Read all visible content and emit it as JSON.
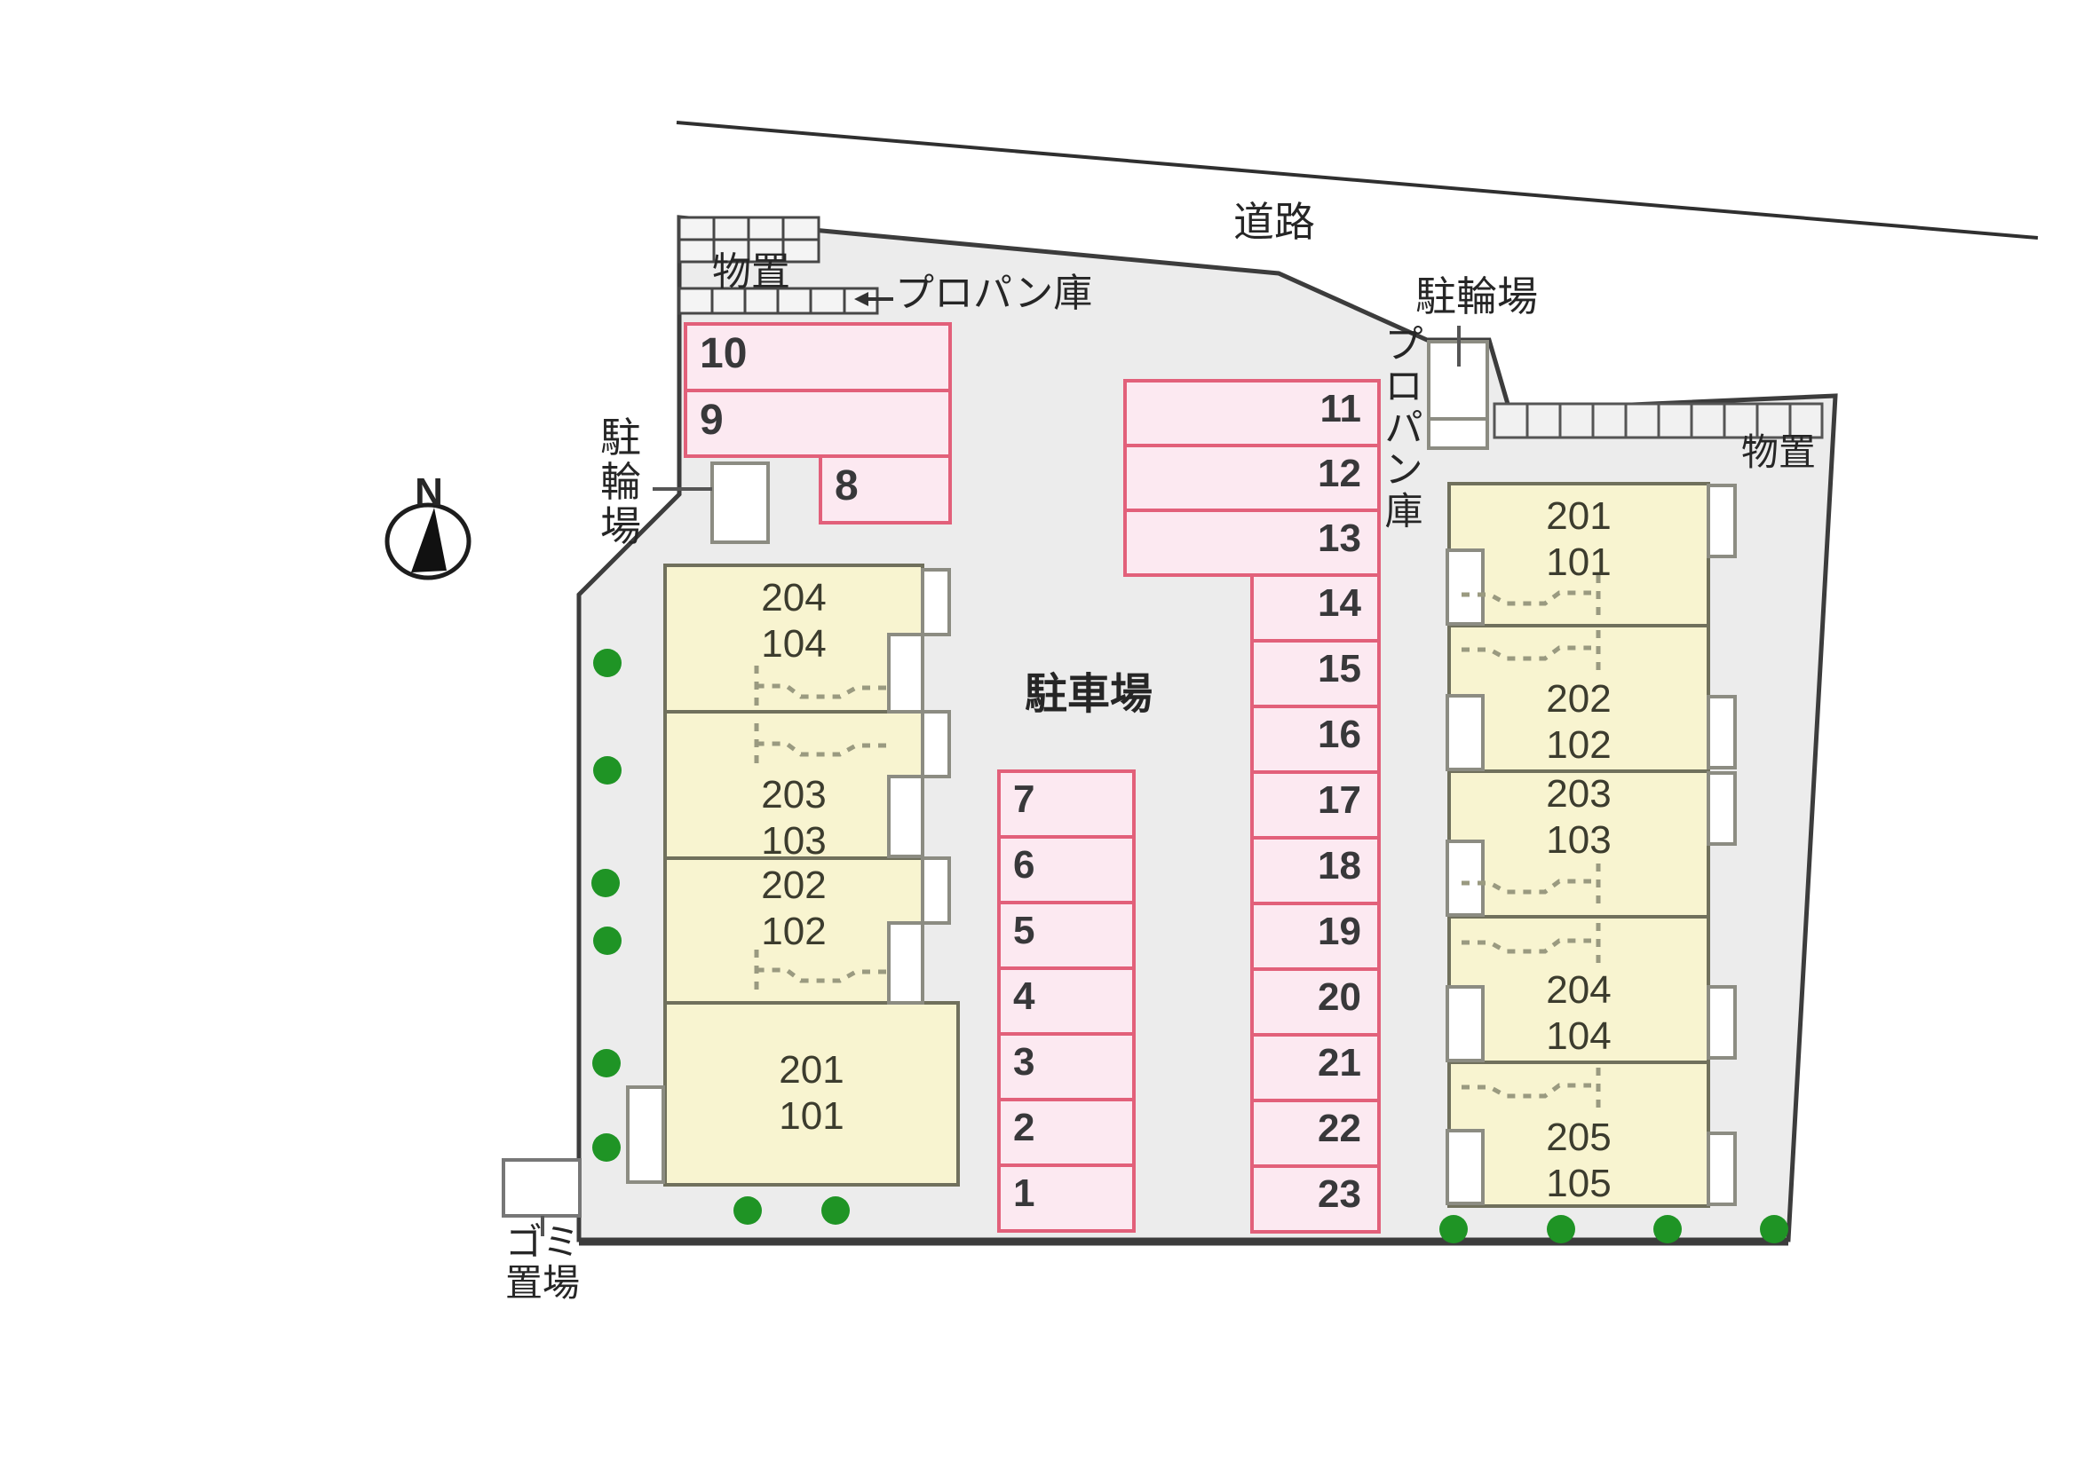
{
  "site": {
    "road_label": "道路",
    "parking_lot_label": "駐車場",
    "compass_north": "N",
    "garbage_label": {
      "line1": "ゴミ",
      "line2": "置場"
    },
    "storage_label_left": "物置",
    "storage_label_right": "物置",
    "propane_label_left": "プロパン庫",
    "propane_label_right": "プロパン庫",
    "bicycle_label_left": "駐輪場",
    "bicycle_label_right": "駐輪場"
  },
  "parking": {
    "left_block": [
      "10",
      "9",
      "8"
    ],
    "middle_column": [
      "7",
      "6",
      "5",
      "4",
      "3",
      "2",
      "1"
    ],
    "right_wide": [
      "11",
      "12",
      "13"
    ],
    "right_narrow": [
      "14",
      "15",
      "16",
      "17",
      "18",
      "19",
      "20",
      "21",
      "22",
      "23"
    ],
    "total_spaces": 23
  },
  "buildings": {
    "left": {
      "units": [
        {
          "upper": "204",
          "lower": "104"
        },
        {
          "upper": "203",
          "lower": "103"
        },
        {
          "upper": "202",
          "lower": "102"
        },
        {
          "upper": "201",
          "lower": "101"
        }
      ]
    },
    "right": {
      "units": [
        {
          "upper": "201",
          "lower": "101"
        },
        {
          "upper": "202",
          "lower": "102"
        },
        {
          "upper": "203",
          "lower": "103"
        },
        {
          "upper": "204",
          "lower": "104"
        },
        {
          "upper": "205",
          "lower": "105"
        }
      ]
    }
  },
  "colors": {
    "site_fill": "#ececec",
    "boundary": "#3c3c3c",
    "parking_fill": "#fce9f1",
    "parking_border": "#e2607a",
    "building_fill": "#f8f4d0",
    "building_border": "#70705c",
    "tree_green": "#1f9425"
  }
}
